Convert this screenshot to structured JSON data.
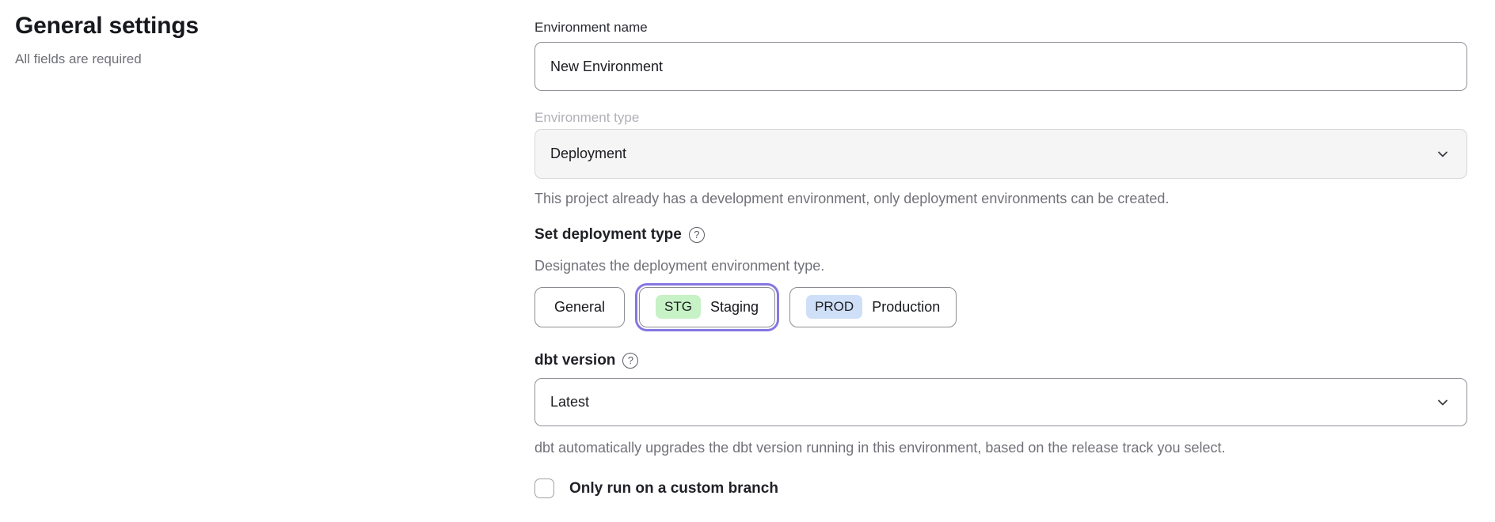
{
  "page": {
    "heading": "General settings",
    "subheading": "All fields are required"
  },
  "form": {
    "environment_name": {
      "label": "Environment name",
      "value": "New Environment"
    },
    "environment_type": {
      "label": "Environment type",
      "value": "Deployment",
      "disabled": true,
      "helper": "This project already has a development environment, only deployment environments can be created."
    },
    "deployment_type": {
      "label": "Set deployment type",
      "description": "Designates the deployment environment type.",
      "options": [
        {
          "badge": "",
          "label": "General",
          "selected": false
        },
        {
          "badge": "STG",
          "label": "Staging",
          "selected": true
        },
        {
          "badge": "PROD",
          "label": "Production",
          "selected": false
        }
      ]
    },
    "dbt_version": {
      "label": "dbt version",
      "value": "Latest",
      "helper": "dbt automatically upgrades the dbt version running in this environment, based on the release track you select."
    },
    "custom_branch": {
      "label": "Only run on a custom branch",
      "checked": false
    }
  },
  "icons": {
    "help_glyph": "?"
  },
  "colors": {
    "selected_ring": "#8577e2",
    "stg_badge_bg": "#c6f2c5",
    "prod_badge_bg": "#cfdff8",
    "disabled_field_bg": "#f5f5f6"
  }
}
